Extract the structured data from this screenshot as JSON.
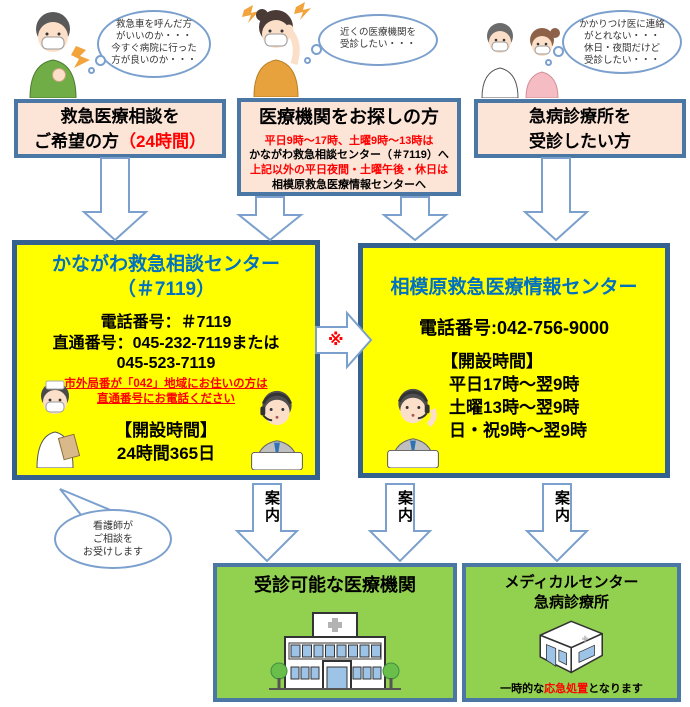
{
  "palette": {
    "box_border": "#4a77a3",
    "dark_border": "#35618f",
    "peach": "#fce4d6",
    "yellow": "#ffff00",
    "green": "#92d050",
    "title_blue": "#0070c0",
    "alert_red": "#ff0000",
    "arrow_outline": "#7ba0cd"
  },
  "thought_bubbles": [
    {
      "lines": [
        "救急車を呼んだ方",
        "がいいのか・・・",
        "今すぐ病院に行った",
        "方が良いのか・・・"
      ]
    },
    {
      "lines": [
        "近くの医療機関を",
        "受診したい・・・"
      ]
    },
    {
      "lines": [
        "かかりつけ医に連絡",
        "がとれない・・・",
        "休日・夜間だけど",
        "受診したい・・・"
      ]
    }
  ],
  "entry_boxes": {
    "consult": {
      "line1": "救急医療相談を",
      "line2_black": "ご希望の方",
      "line2_red": "（24時間）"
    },
    "search": {
      "title": "医療機関をお探しの方",
      "note1_red": "平日9時～17時、土曜9時～13時は",
      "note2_black": "かながわ救急相談センター（＃7119）へ",
      "note3_red": "上記以外の平日夜間・土曜午後・休日は",
      "note4_black": "相模原救急医療情報センターへ"
    },
    "clinic": {
      "line1": "急病診療所を",
      "line2": "受診したい方"
    }
  },
  "kanagawa_center": {
    "title_line1": "かながわ救急相談センター",
    "title_line2": "（＃7119）",
    "phone1": "電話番号：＃7119",
    "phone2": "直通番号：045-232-7119または",
    "phone3": "045-523-7119",
    "note_line1": "市外局番が「042」地域にお住いの方は",
    "note_line2": "直通番号にお電話ください",
    "hours_label": "【開設時間】",
    "hours_value": "24時間365日"
  },
  "sagamihara_center": {
    "title": "相模原救急医療情報センター",
    "phone": "電話番号:042-756-9000",
    "hours_label": "【開設時間】",
    "hours": [
      "平日17時～翌9時",
      "土曜13時～翌9時",
      "日・祝9時～翌9時"
    ]
  },
  "reference_mark": "※",
  "guide_label": "案内",
  "nurse_bubble": {
    "lines": [
      "看護師が",
      "ご相談を",
      "お受けします"
    ]
  },
  "destinations": {
    "medical_institutions": {
      "title": "受診可能な医療機関"
    },
    "medical_center": {
      "title_line1": "メディカルセンター",
      "title_line2": "急病診療所",
      "note_black1": "一時的な",
      "note_red": "応急処置",
      "note_black2": "となります"
    }
  }
}
